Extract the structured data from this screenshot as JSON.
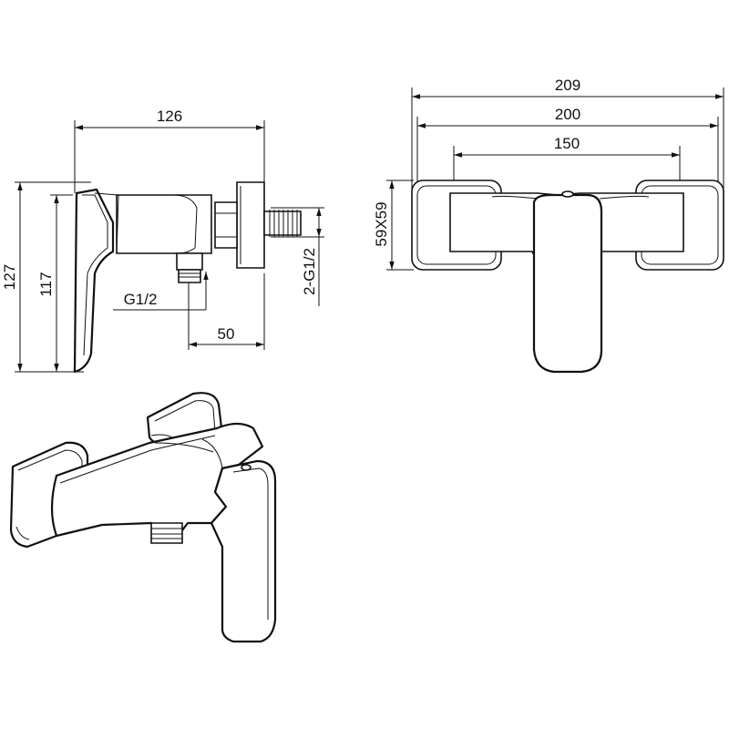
{
  "dimensions": {
    "side_width": "126",
    "side_total_height": "127",
    "side_body_height": "117",
    "inlet_thread": "G1/2",
    "outlet_thread": "2-G1/2",
    "outlet_offset": "50",
    "overall_width": "209",
    "body_width": "200",
    "center_distance": "150",
    "flange_size": "59X59"
  }
}
